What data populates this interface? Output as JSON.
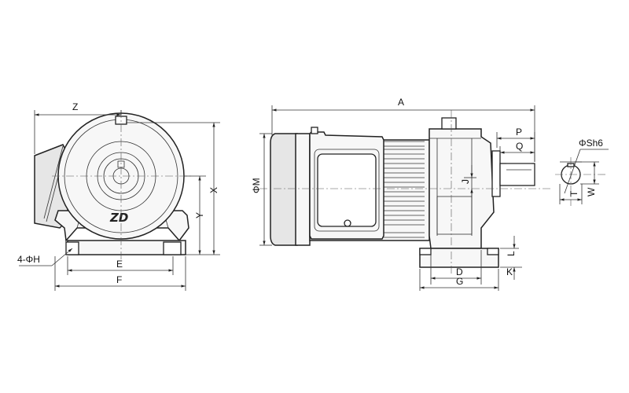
{
  "labels": {
    "Z": "Z",
    "X": "X",
    "Y": "Y",
    "E": "E",
    "F": "F",
    "H": "4-ΦH",
    "A": "A",
    "M": "ΦM",
    "P": "P",
    "Q": "Q",
    "J": "J",
    "L": "L",
    "K": "K",
    "D": "D",
    "G": "G",
    "S": "ΦSh6",
    "T": "T",
    "W": "W"
  },
  "logo": "ZD"
}
